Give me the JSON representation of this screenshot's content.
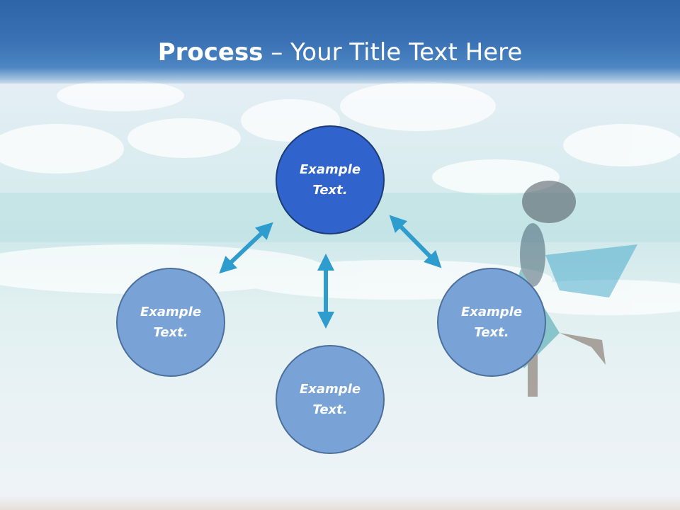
{
  "slide": {
    "title_bold": "Process",
    "title_rest": " – Your Title Text Here"
  },
  "diagram": {
    "nodes": [
      {
        "id": "top",
        "line1": "Example",
        "line2": "Text."
      },
      {
        "id": "left",
        "line1": "Example",
        "line2": "Text."
      },
      {
        "id": "right",
        "line1": "Example",
        "line2": "Text."
      },
      {
        "id": "bottom",
        "line1": "Example",
        "line2": "Text."
      }
    ]
  },
  "colors": {
    "header": "#2e64a8",
    "node_primary": "#3163cc",
    "node_secondary": "#79a3d7",
    "arrow": "#2e9ccc"
  },
  "icons": [
    "double-arrow-icon"
  ]
}
